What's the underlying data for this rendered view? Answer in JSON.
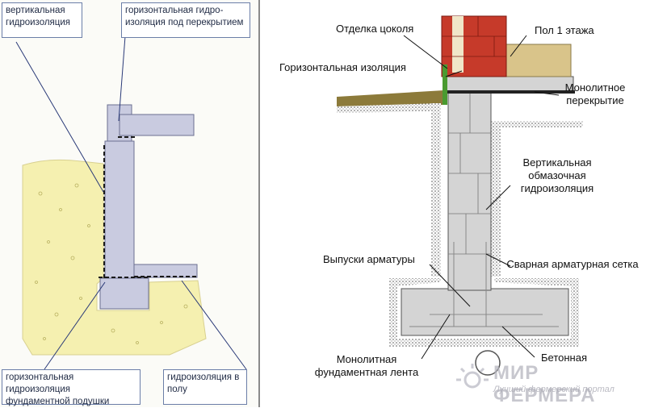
{
  "left_panel": {
    "labels": {
      "vertical_waterproofing": "вертикальная гидроизоляция",
      "horizontal_under_slab": "горизонтальная гидро-изоляция под перекрытием",
      "horizontal_foundation_pad": "горизонтальная гидроизоляция фундаментной подушки",
      "floor_waterproofing": "гидроизоляция в полу"
    },
    "colors": {
      "soil": "#f5f0b0",
      "concrete": "#c9cbe0",
      "line": "#2a3a78"
    }
  },
  "right_panel": {
    "labels": {
      "plinth_finish": "Отделка цоколя",
      "first_floor": "Пол 1 этажа",
      "horizontal_insulation": "Горизонтальная изоляция",
      "monolithic_slab": "Монолитное перекрытие",
      "vertical_coating": "Вертикальная обмазочная гидроизоляция",
      "rebar_outlets": "Выпуски арматуры",
      "welded_mesh": "Сварная арматурная сетка",
      "monolithic_strip": "Монолитная фундаментная лента",
      "concrete_prep": "Бетонная"
    },
    "colors": {
      "brick": "#c63a2a",
      "floor": "#d9c48a",
      "concrete": "#d4d4d4",
      "insulation": "#4a9a30"
    }
  },
  "watermark": {
    "title": "МИР ФЕРМЕРА",
    "subtitle": "Лучший фермерский портал"
  }
}
